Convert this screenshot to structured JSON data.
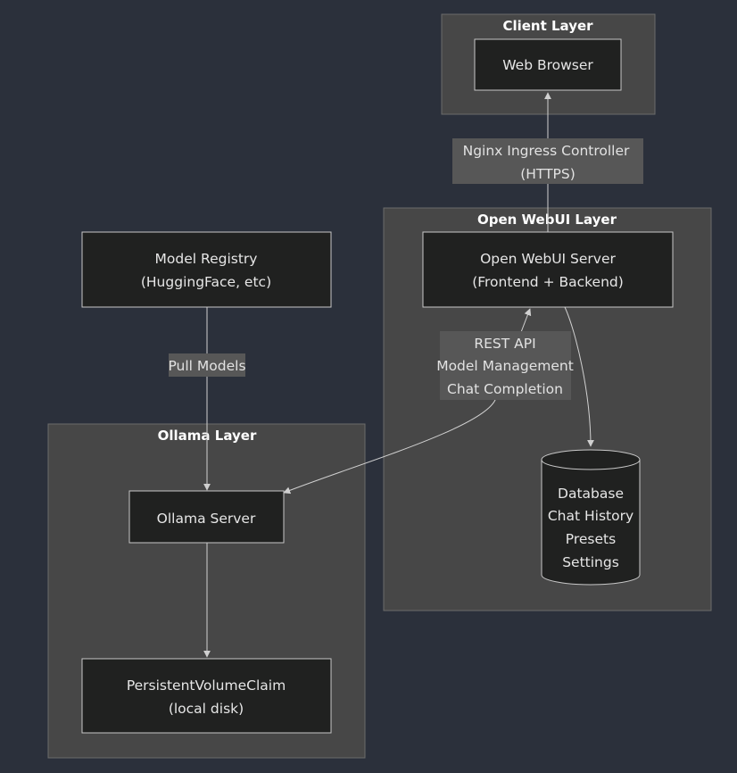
{
  "colors": {
    "background": "#2b303b",
    "cluster_fill": "#474747",
    "node_fill": "#202120",
    "edge_label_fill": "#575757",
    "text": "#e6e6e6"
  },
  "clusters": {
    "client": {
      "title": "Client Layer"
    },
    "openwebui": {
      "title": "Open WebUI Layer"
    },
    "ollama": {
      "title": "Ollama Layer"
    }
  },
  "nodes": {
    "browser": {
      "lines": [
        "Web Browser"
      ]
    },
    "openwebui_server": {
      "lines": [
        "Open WebUI Server",
        "(Frontend + Backend)"
      ]
    },
    "database": {
      "lines": [
        "Database",
        "Chat History",
        "Presets",
        "Settings"
      ]
    },
    "model_registry": {
      "lines": [
        "Model Registry",
        "(HuggingFace, etc)"
      ]
    },
    "ollama_server": {
      "lines": [
        "Ollama Server"
      ]
    },
    "pvc": {
      "lines": [
        "PersistentVolumeClaim",
        "(local disk)"
      ]
    }
  },
  "edges": {
    "ingress": {
      "lines": [
        "Nginx Ingress Controller",
        "(HTTPS)"
      ]
    },
    "rest_api": {
      "lines": [
        "REST API",
        "Model Management",
        "Chat Completion"
      ]
    },
    "pull_models": {
      "lines": [
        "Pull Models"
      ]
    }
  }
}
